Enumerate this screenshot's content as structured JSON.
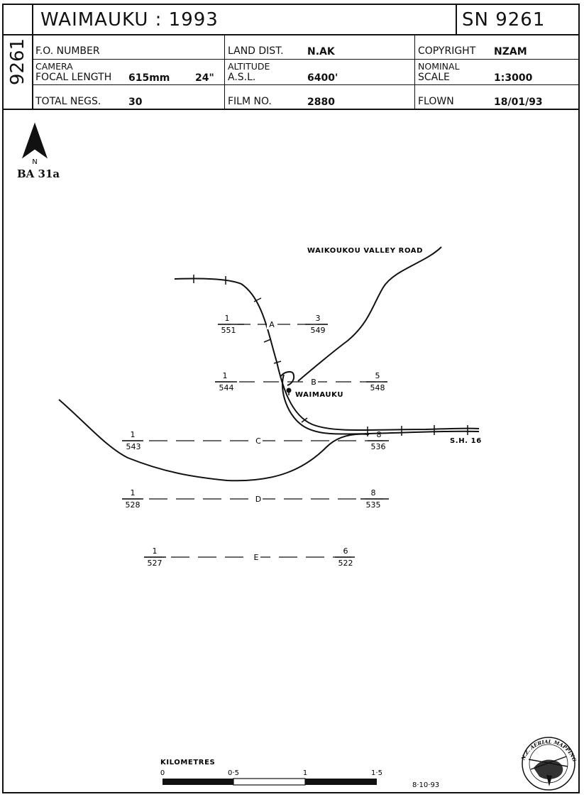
{
  "header": {
    "title": "WAIMAUKU : 1993",
    "sn": "SN 9261",
    "side_number": "9261",
    "fo_number_label": "F.O. NUMBER",
    "land_dist_label": "LAND DIST.",
    "land_dist_value": "N.AK",
    "copyright_label": "COPYRIGHT",
    "copyright_value": "NZAM",
    "camera_label": "CAMERA",
    "focal_length_label": "FOCAL LENGTH",
    "focal_length_value": "615mm",
    "focal_length_inches": "24\"",
    "altitude_label": "ALTITUDE",
    "asl_label": "A.S.L.",
    "altitude_value": "6400'",
    "nominal_label": "NOMINAL",
    "scale_label": "SCALE",
    "scale_value": "1:3000",
    "total_negs_label": "TOTAL NEGS.",
    "total_negs_value": "30",
    "film_no_label": "FILM NO.",
    "film_no_value": "2880",
    "flown_label": "FLOWN",
    "flown_value": "18/01/93"
  },
  "map": {
    "north_label": "N",
    "code": "BA 31a",
    "road_label": "WAIKOUKOU VALLEY ROAD",
    "town_label": "WAIMAUKU",
    "highway_label": "S.H. 16",
    "runs": [
      {
        "letter": "A",
        "start_neg": "1",
        "start_frame": "551",
        "end_neg": "3",
        "end_frame": "549"
      },
      {
        "letter": "B",
        "start_neg": "1",
        "start_frame": "544",
        "end_neg": "5",
        "end_frame": "548"
      },
      {
        "letter": "C",
        "start_neg": "1",
        "start_frame": "543",
        "end_neg": "8",
        "end_frame": "536"
      },
      {
        "letter": "D",
        "start_neg": "1",
        "start_frame": "528",
        "end_neg": "8",
        "end_frame": "535"
      },
      {
        "letter": "E",
        "start_neg": "1",
        "start_frame": "527",
        "end_neg": "6",
        "end_frame": "522"
      }
    ]
  },
  "scalebar": {
    "title": "KILOMETRES",
    "ticks": [
      "0",
      "0·5",
      "1",
      "1·5"
    ],
    "date": "8·10·93"
  },
  "logo": {
    "text": "N.Z. AERIAL MAPPING LTD."
  }
}
